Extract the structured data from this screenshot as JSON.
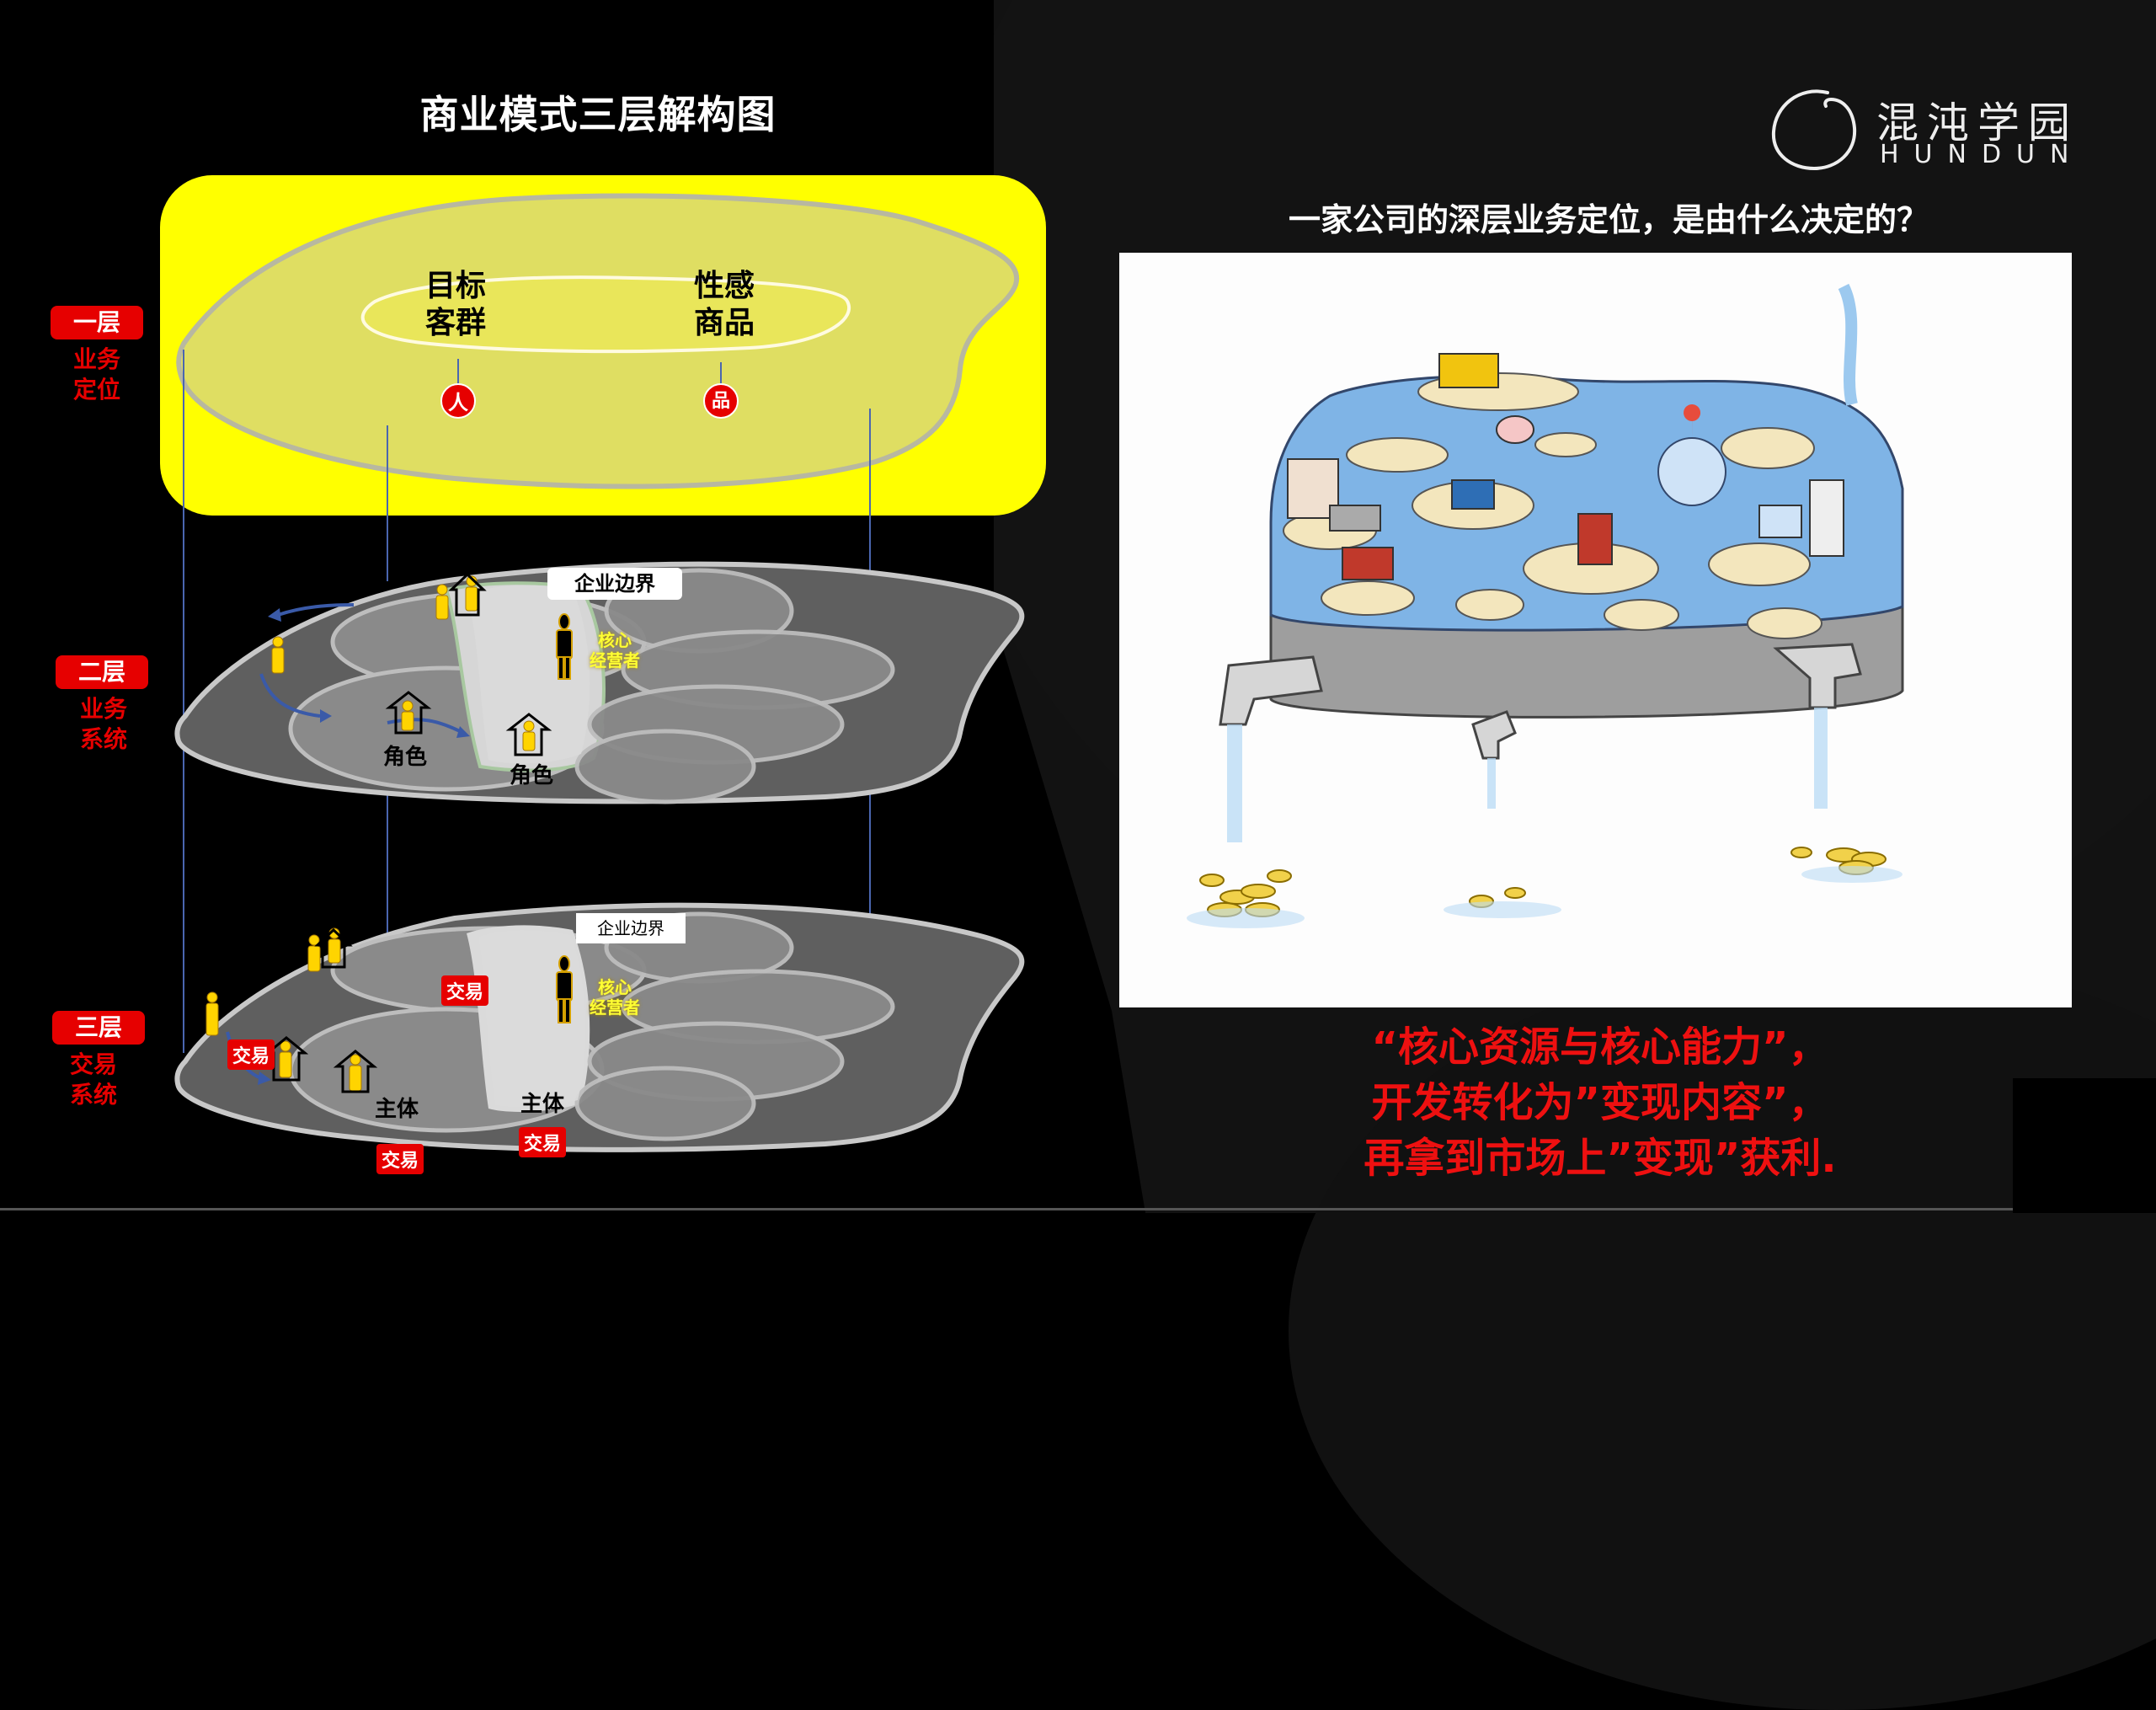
{
  "diagram": {
    "title": "商业模式三层解构图",
    "layers": [
      {
        "badge": "一层",
        "sub_line1": "业务",
        "sub_line2": "定位"
      },
      {
        "badge": "二层",
        "sub_line1": "业务",
        "sub_line2": "系统"
      },
      {
        "badge": "三层",
        "sub_line1": "交易",
        "sub_line2": "系统"
      }
    ],
    "layer1": {
      "left_label_line1": "目标",
      "left_label_line2": "客群",
      "right_label_line1": "性感",
      "right_label_line2": "商品",
      "left_marker": "人",
      "right_marker": "品"
    },
    "layer2": {
      "boundary": "企业边界",
      "core_line1": "核心",
      "core_line2": "经营者",
      "role_label_1": "角色",
      "role_label_2": "角色"
    },
    "layer3": {
      "boundary": "企业边界",
      "core_line1": "核心",
      "core_line2": "经营者",
      "subject_label_1": "主体",
      "subject_label_2": "主体",
      "trade_tag": "交易"
    }
  },
  "logo": {
    "cn": "混沌学园",
    "en": "HUNDUN"
  },
  "question": "一家公司的深层业务定位，是由什么决定的？",
  "illustration": {
    "alt": "water tank with islands of resources and faucets pouring coins"
  },
  "conclusion": {
    "line1": "“核心资源与核心能力”，",
    "line2": "开发转化为”变现内容”，",
    "line3": "再拿到市场上”变现”获利."
  },
  "colors": {
    "accent_red": "#e60000",
    "layer1_yellow": "#ffff00",
    "layer1_inner": "#e0df60",
    "layer_gray": "#5f5f5f",
    "person_gold": "#ffd400",
    "connector_blue": "#4a66b0"
  }
}
